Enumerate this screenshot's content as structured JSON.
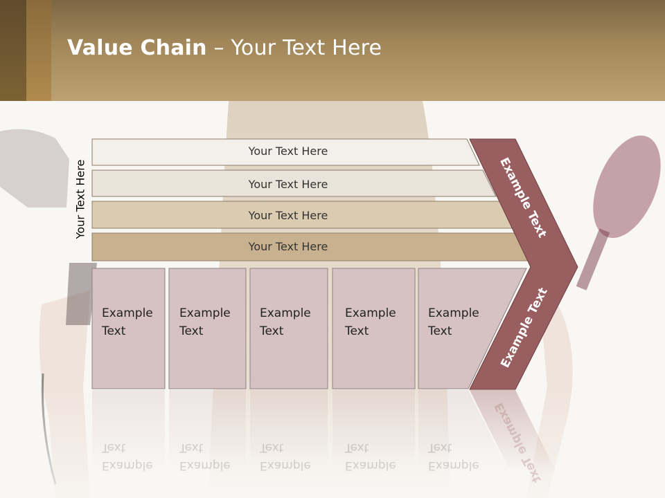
{
  "slide": {
    "title_bold": "Value Chain",
    "title_rest": " – Your Text Here",
    "side_label": "Your Text Here",
    "rows": [
      {
        "label": "Your Text Here"
      },
      {
        "label": "Your Text Here"
      },
      {
        "label": "Your Text Here"
      },
      {
        "label": "Your Text Here"
      }
    ],
    "boxes": [
      {
        "label": "Example\nText"
      },
      {
        "label": "Example\nText"
      },
      {
        "label": "Example\nText"
      },
      {
        "label": "Example\nText"
      },
      {
        "label": "Example\nText"
      }
    ],
    "chevron_top_label": "Example Text",
    "chevron_bottom_label": "Example Text",
    "colors": {
      "header": "#b09466",
      "row1": "#f3f0eb",
      "row2": "#eae3d9",
      "row3": "#dbcbb0",
      "row4": "#c8b18e",
      "box": "#d6c2c3",
      "chevron": "#985e60"
    }
  }
}
